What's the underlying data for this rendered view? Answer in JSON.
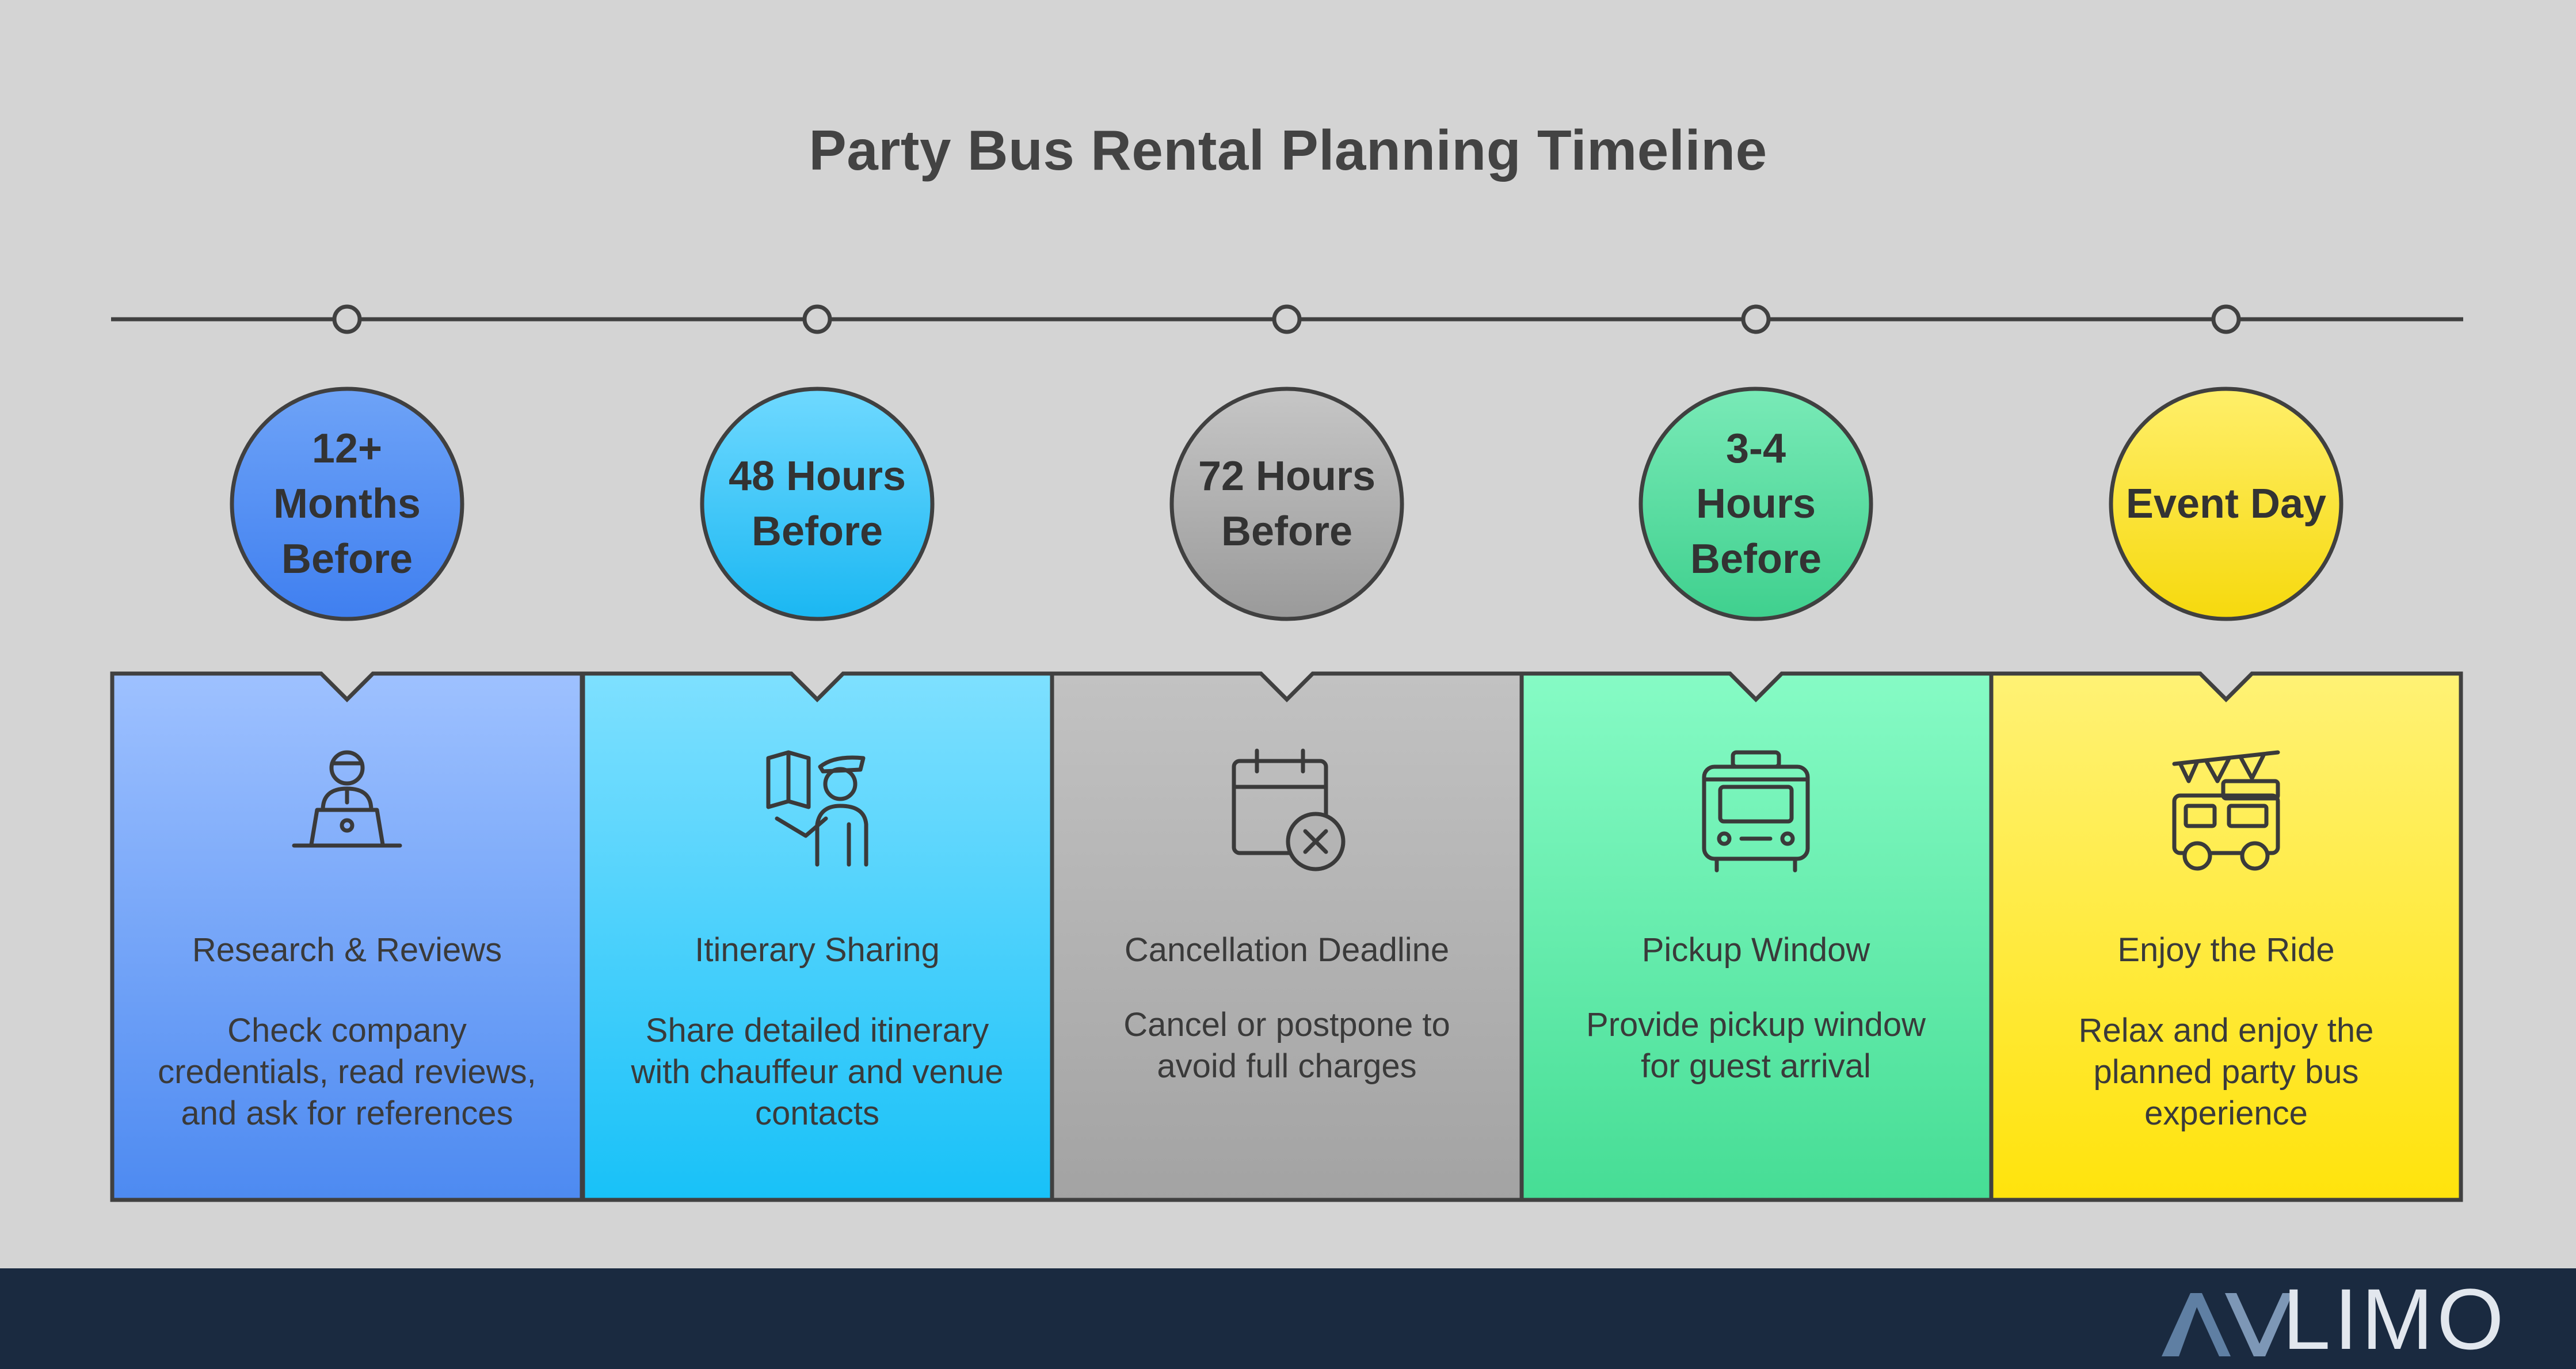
{
  "title": "Party Bus Rental Planning Timeline",
  "colors": {
    "background": "#d4d4d4",
    "outline": "#404040",
    "footer": "#1a2a40"
  },
  "stages": [
    {
      "circle_lines": [
        "12+",
        "Months",
        "Before"
      ],
      "title": "Research & Reviews",
      "description": "Check company credentials, read reviews, and ask for references",
      "desc_lines": [
        "Check company",
        "credentials, read reviews,",
        "and ask for references"
      ],
      "icon": "person-laptop-icon",
      "circle_top": "#6ea3f7",
      "circle_bottom": "#3f7ff0",
      "panel_top": "#9ec1ff",
      "panel_bottom": "#4d8af1"
    },
    {
      "circle_lines": [
        "48 Hours",
        "Before"
      ],
      "title": "Itinerary Sharing",
      "description": "Share detailed itinerary with chauffeur and venue contacts",
      "desc_lines": [
        "Share detailed itinerary",
        "with chauffeur and venue",
        "contacts"
      ],
      "icon": "chauffeur-map-icon",
      "circle_top": "#6fd9ff",
      "circle_bottom": "#1ab7f2",
      "panel_top": "#7ee0ff",
      "panel_bottom": "#18c1f8"
    },
    {
      "circle_lines": [
        "72 Hours",
        "Before"
      ],
      "title": "Cancellation Deadline",
      "description": "Cancel or postpone to avoid full charges",
      "desc_lines": [
        "Cancel or postpone to",
        "avoid full charges"
      ],
      "icon": "calendar-cancel-icon",
      "circle_top": "#c6c6c6",
      "circle_bottom": "#9a9a9a",
      "panel_top": "#c2c2c2",
      "panel_bottom": "#a3a3a3"
    },
    {
      "circle_lines": [
        "3-4",
        "Hours",
        "Before"
      ],
      "title": "Pickup Window",
      "description": "Provide pickup window for guest arrival",
      "desc_lines": [
        "Provide pickup window",
        "for guest arrival"
      ],
      "icon": "bus-front-icon",
      "circle_top": "#79eab7",
      "circle_bottom": "#3fd08e",
      "panel_top": "#86fbc5",
      "panel_bottom": "#46dd95"
    },
    {
      "circle_lines": [
        "Event Day"
      ],
      "title": "Enjoy the Ride",
      "description": "Relax and enjoy the planned party bus experience",
      "desc_lines": [
        "Relax and enjoy the",
        "planned party bus",
        "experience"
      ],
      "icon": "party-bus-icon",
      "circle_top": "#ffef6a",
      "circle_bottom": "#f6d90d",
      "panel_top": "#fff275",
      "panel_bottom": "#ffe30c"
    }
  ],
  "logo": {
    "text": "LIMO",
    "mark": "AV"
  }
}
